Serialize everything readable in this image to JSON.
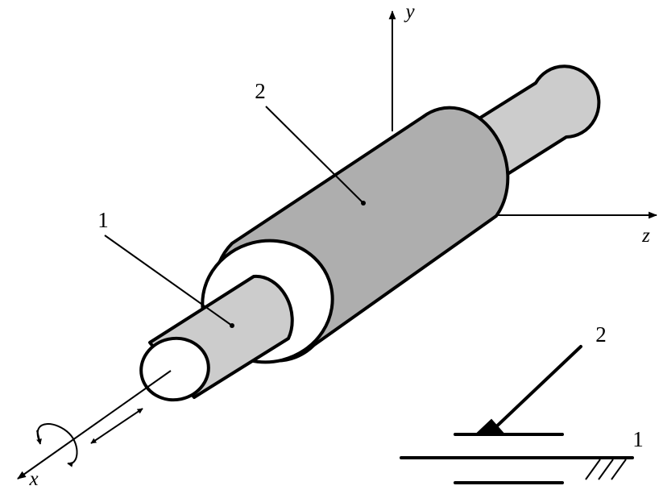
{
  "labels": {
    "shaft_number": "1",
    "sleeve_number": "2",
    "symbol_upper_number": "2",
    "symbol_lower_number": "1"
  },
  "axes": {
    "x": "x",
    "y": "y",
    "z": "z"
  },
  "colors": {
    "outline": "#000000",
    "shaft_fill": "#cccccc",
    "sleeve_fill": "#aeaeae",
    "bore_face": "#ffffff",
    "background": "#ffffff"
  }
}
